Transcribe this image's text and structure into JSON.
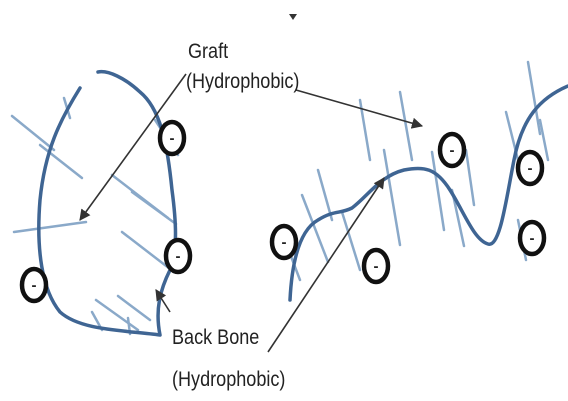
{
  "labels": {
    "graft_line1": "Graft",
    "graft_line2": "(Hydrophobic)",
    "backbone_line1": "Back Bone",
    "backbone_line2": "(Hydrophobic)"
  },
  "charge_symbol": "-",
  "colors": {
    "backbone": "#3f6593",
    "graft": "#8aa9c9",
    "charge_ring": "#111111",
    "arrow": "#333333"
  },
  "icons": {
    "top_marker": "caret-down-icon",
    "charge": "negative-charge-icon"
  }
}
